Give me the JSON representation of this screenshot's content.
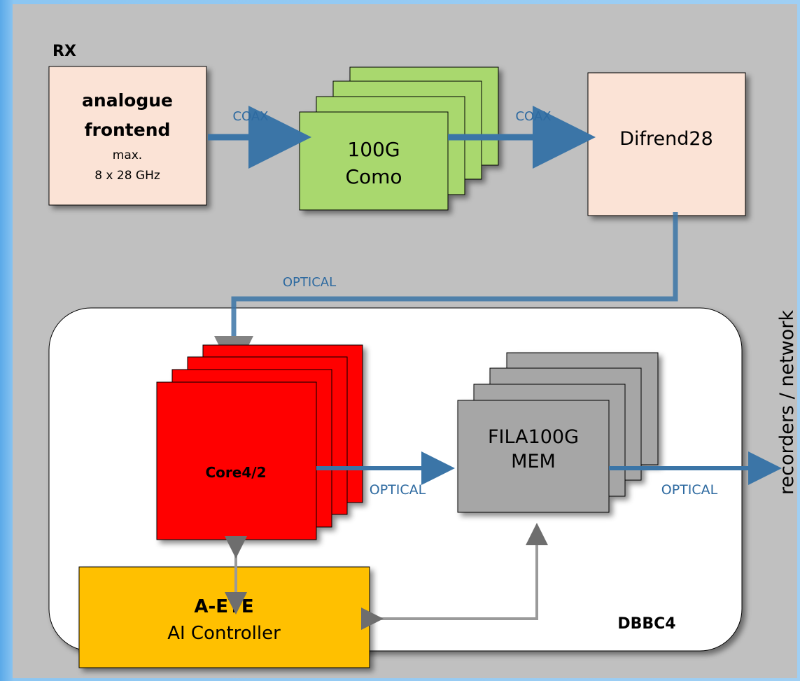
{
  "rx_label": "RX",
  "dbbc4_label": "DBBC4",
  "frontend": {
    "line1": "analogue",
    "line2": "frontend",
    "line3": "max.",
    "line4": "8 x 28 GHz"
  },
  "como": {
    "line1": "100G",
    "line2": "Como"
  },
  "difrend": {
    "label": "Difrend28"
  },
  "core": {
    "label": "Core4/2"
  },
  "fila": {
    "line1": "FILA100G",
    "line2": "MEM"
  },
  "aeye": {
    "line1": "A-EYE",
    "line2": "AI Controller"
  },
  "links": {
    "coax_1": "COAX",
    "coax_2": "COAX",
    "optical_top": "OPTICAL",
    "optical_core_fila": "OPTICAL",
    "optical_out": "OPTICAL"
  },
  "output_label": "recorders / network",
  "colors": {
    "panel": "#c0c0c0",
    "frontend_fill": "#fbe3d6",
    "como_fill": "#a9d86e",
    "core_fill": "#ff0000",
    "fila_fill": "#a6a6a6",
    "aeye_fill": "#ffc000",
    "link_blue": "#3b75a7",
    "link_label": "#2e6aa0",
    "control_gray": "#9a9a9a"
  }
}
